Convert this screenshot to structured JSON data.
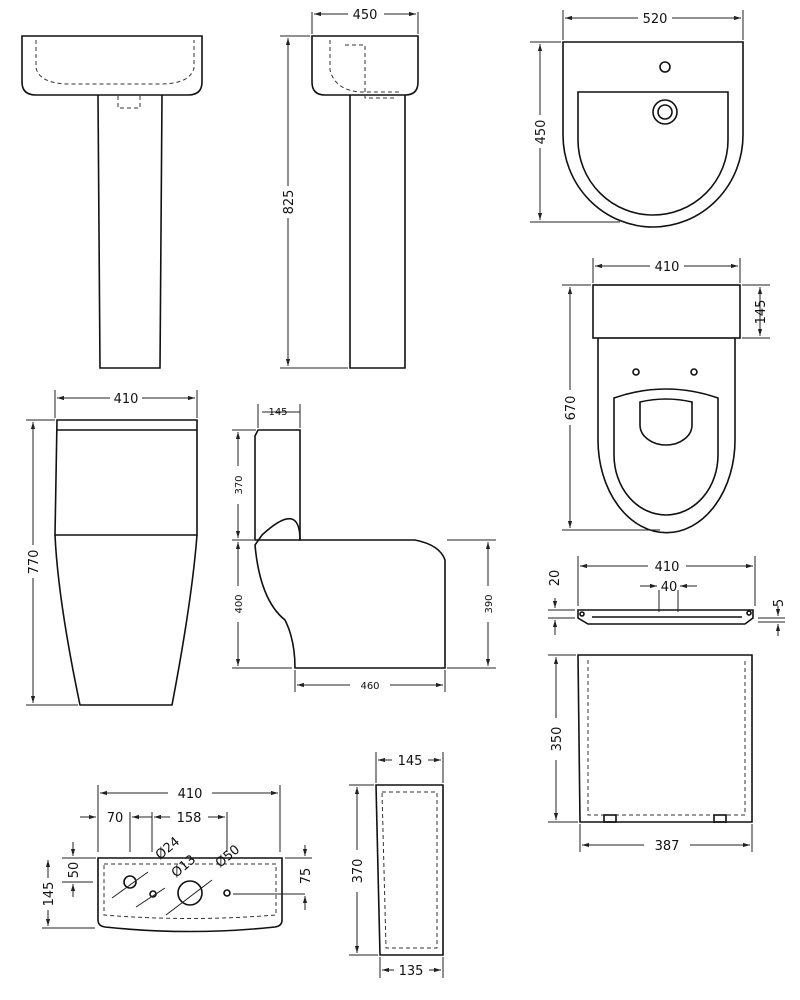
{
  "basin_side": {
    "width": "450",
    "height": "825"
  },
  "basin_top": {
    "width": "520",
    "depth": "450"
  },
  "pan_top": {
    "width": "410",
    "cistern_depth": "145",
    "length": "670"
  },
  "wc_front": {
    "width": "410",
    "height": "770"
  },
  "wc_side": {
    "cistern_depth": "145",
    "cistern_height": "370",
    "pan_height": "400",
    "rear_height": "390",
    "projection": "460"
  },
  "seat": {
    "width": "410",
    "thickness": "20",
    "hinge_gap": "40",
    "offset": "5"
  },
  "cistern_front": {
    "height": "350",
    "base_width": "387"
  },
  "cistern_top": {
    "width": "410",
    "offset_left": "70",
    "spacing": "158",
    "back_offset": "50",
    "depth": "145",
    "hole_1": "Ø24",
    "hole_2": "Ø13",
    "hole_3": "Ø50",
    "side_offset": "75"
  },
  "cistern_side": {
    "depth": "145",
    "height": "370",
    "base_depth": "135"
  }
}
